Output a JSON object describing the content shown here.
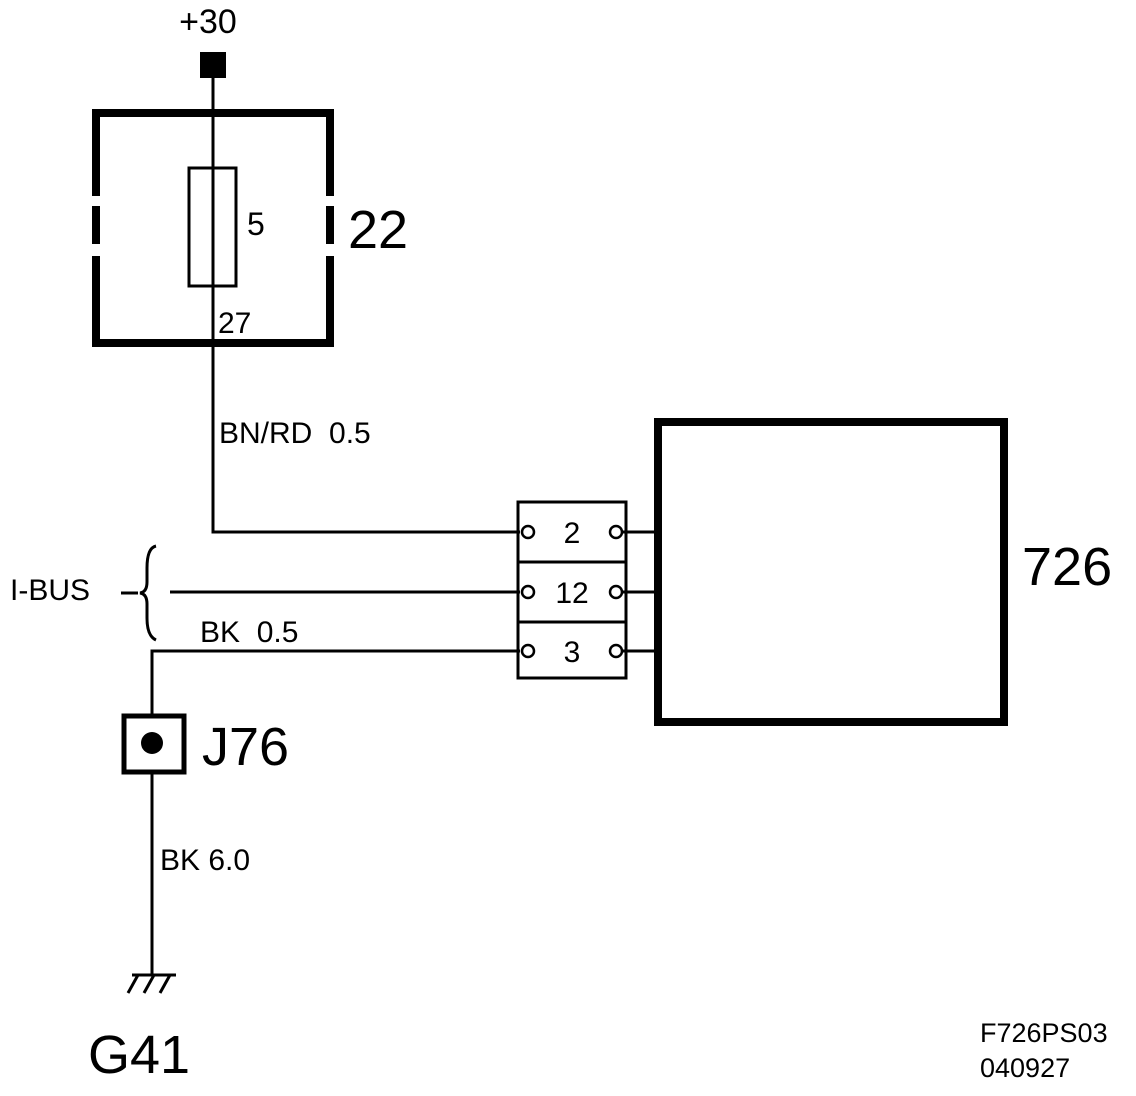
{
  "supply": {
    "label": "+30"
  },
  "fuse_box": {
    "id": "22",
    "fuse_number": "5",
    "output_pin": "27"
  },
  "wires": {
    "supply_wire": "BN/RD  0.5",
    "ground_wire": "BK  0.5",
    "ground_main": "BK 6.0"
  },
  "bus": {
    "label": "I-BUS"
  },
  "connector": {
    "pins": [
      {
        "pin": "2"
      },
      {
        "pin": "12"
      },
      {
        "pin": "3"
      }
    ]
  },
  "module": {
    "id": "726"
  },
  "splice": {
    "id": "J76"
  },
  "ground_point": {
    "id": "G41"
  },
  "figure": {
    "code": "F726PS03",
    "date": "040927"
  },
  "colors": {
    "line": "#000000",
    "background": "#ffffff"
  }
}
